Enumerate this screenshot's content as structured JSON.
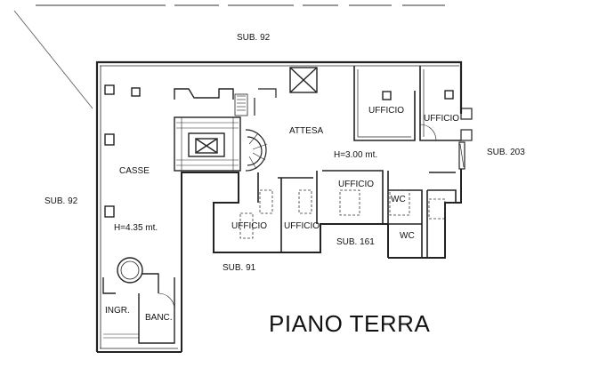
{
  "plan": {
    "title": "PIANO TERRA",
    "labels": {
      "sub92_top": "SUB. 92",
      "sub92_left": "SUB. 92",
      "sub203": "SUB. 203",
      "sub91": "SUB. 91",
      "sub161": "SUB. 161",
      "attesa": "ATTESA",
      "height_attesa": "H=3.00 mt.",
      "casse": "CASSE",
      "height_casse": "H=4.35 mt.",
      "ufficio_top_center": "UFFICIO",
      "ufficio_top_right": "UFFICIO",
      "ufficio_mid": "UFFICIO",
      "ufficio_bottom_left": "UFFICIO",
      "ufficio_bottom_mid": "UFFICIO",
      "wc_upper": "WC",
      "wc_lower": "WC",
      "ingr": "INGR.",
      "banc": "BANC."
    },
    "colors": {
      "line": "#222222",
      "background": "#ffffff"
    }
  }
}
